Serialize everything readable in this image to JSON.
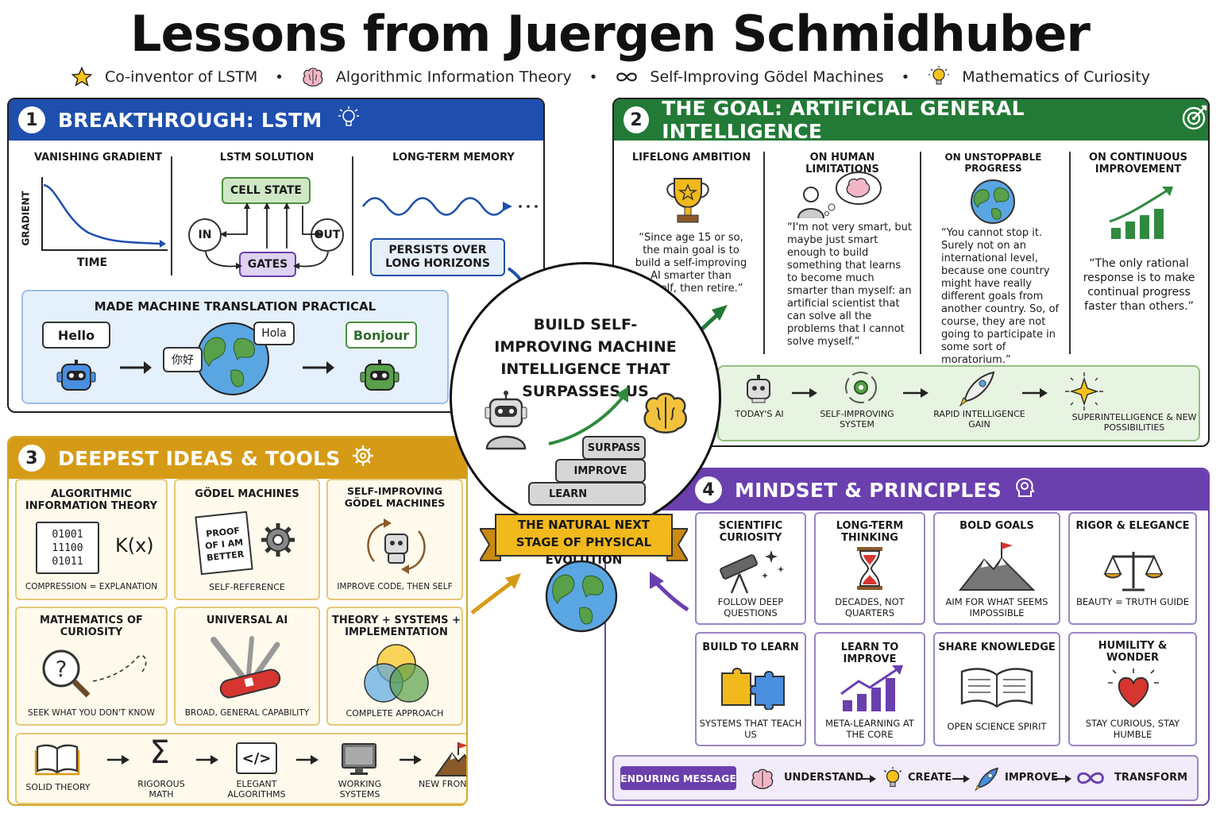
{
  "title": "Lessons from Juergen Schmidhuber",
  "subtitle": {
    "items": [
      "Co-inventor of LSTM",
      "Algorithmic Information Theory",
      "Self-Improving Gödel Machines",
      "Mathematics of Curiosity"
    ],
    "separator": "•"
  },
  "p1": {
    "num": "1",
    "title": "BREAKTHROUGH: LSTM",
    "vanishing": {
      "title": "VANISHING GRADIENT",
      "ylabel": "GRADIENT",
      "xlabel": "TIME"
    },
    "lstm": {
      "title": "LSTM SOLUTION",
      "cell": "CELL STATE",
      "in": "IN",
      "out": "OUT",
      "gates": "GATES"
    },
    "memory": {
      "title": "LONG-TERM MEMORY",
      "box": "PERSISTS OVER LONG HORIZONS"
    },
    "translation": {
      "title": "MADE MACHINE TRANSLATION PRACTICAL",
      "hello": "Hello",
      "nihao": "你好",
      "hola": "Hola",
      "bonjour": "Bonjour"
    }
  },
  "p2": {
    "num": "2",
    "title": "THE GOAL: ARTIFICIAL GENERAL INTELLIGENCE",
    "cols": [
      {
        "title": "LIFELONG AMBITION",
        "quote": "“Since age 15 or so, the main goal is to build a self-improving AI smarter than myself, then retire.”"
      },
      {
        "title": "ON HUMAN LIMITATIONS",
        "quote": "“I'm not very smart, but maybe just smart enough to build something that learns to become much smarter than myself: an artificial scientist that can solve all the problems that I cannot solve myself.”"
      },
      {
        "title": "ON UNSTOPPABLE PROGRESS",
        "quote": "“You cannot stop it. Surely not on an international level, because one country might have really different goals from another country. So, of course, they are not going to participate in some sort of moratorium.”"
      },
      {
        "title": "ON CONTINUOUS IMPROVEMENT",
        "quote": "“The only rational response is to make continual progress faster than others.”"
      }
    ],
    "flow": [
      "TODAY'S AI",
      "SELF-IMPROVING SYSTEM",
      "RAPID INTELLIGENCE GAIN",
      "SUPERINTELLIGENCE & NEW POSSIBILITIES"
    ]
  },
  "center": {
    "headline": "BUILD SELF-IMPROVING MACHINE INTELLIGENCE THAT SURPASSES US",
    "steps": [
      "LEARN",
      "IMPROVE",
      "SURPASS"
    ],
    "banner": "THE NATURAL NEXT STAGE OF PHYSICAL EVOLUTION"
  },
  "p3": {
    "num": "3",
    "title": "DEEPEST IDEAS & TOOLS",
    "cards": [
      {
        "title": "ALGORITHMIC INFORMATION THEORY",
        "caption": "COMPRESSION = EXPLANATION",
        "bits": [
          "01001",
          "11100",
          "01011"
        ],
        "kx": "K(x)"
      },
      {
        "title": "GÖDEL MACHINES",
        "caption": "SELF-REFERENCE",
        "paper": "PROOF OF I AM BETTER"
      },
      {
        "title": "SELF-IMPROVING GÖDEL MACHINES",
        "caption": "IMPROVE CODE, THEN SELF"
      },
      {
        "title": "MATHEMATICS OF CURIOSITY",
        "caption": "SEEK WHAT YOU DON'T KNOW"
      },
      {
        "title": "UNIVERSAL AI",
        "caption": "BROAD, GENERAL CAPABILITY"
      },
      {
        "title": "THEORY + SYSTEMS + IMPLEMENTATION",
        "caption": "COMPLETE APPROACH"
      }
    ],
    "flow": [
      "SOLID THEORY",
      "RIGOROUS MATH",
      "ELEGANT ALGORITHMS",
      "WORKING SYSTEMS",
      "NEW FRONTIERS"
    ],
    "sigma": "Σ",
    "code": "</>"
  },
  "p4": {
    "num": "4",
    "title": "MINDSET & PRINCIPLES",
    "cards": [
      {
        "title": "SCIENTIFIC CURIOSITY",
        "caption": "FOLLOW DEEP QUESTIONS"
      },
      {
        "title": "LONG-TERM THINKING",
        "caption": "DECADES, NOT QUARTERS"
      },
      {
        "title": "BOLD GOALS",
        "caption": "AIM FOR WHAT SEEMS IMPOSSIBLE"
      },
      {
        "title": "RIGOR & ELEGANCE",
        "caption": "BEAUTY = TRUTH GUIDE"
      },
      {
        "title": "BUILD TO LEARN",
        "caption": "SYSTEMS THAT TEACH US"
      },
      {
        "title": "LEARN TO IMPROVE",
        "caption": "META-LEARNING AT THE CORE"
      },
      {
        "title": "SHARE KNOWLEDGE",
        "caption": "OPEN SCIENCE SPIRIT"
      },
      {
        "title": "HUMILITY & WONDER",
        "caption": "STAY CURIOUS, STAY HUMBLE"
      }
    ],
    "enduring": {
      "label": "ENDURING MESSAGE",
      "steps": [
        "UNDERSTAND",
        "CREATE",
        "IMPROVE",
        "TRANSFORM"
      ]
    }
  },
  "colors": {
    "blue": "#1e4fae",
    "green": "#227a36",
    "gold": "#d69b16",
    "purple": "#6a3fae"
  }
}
